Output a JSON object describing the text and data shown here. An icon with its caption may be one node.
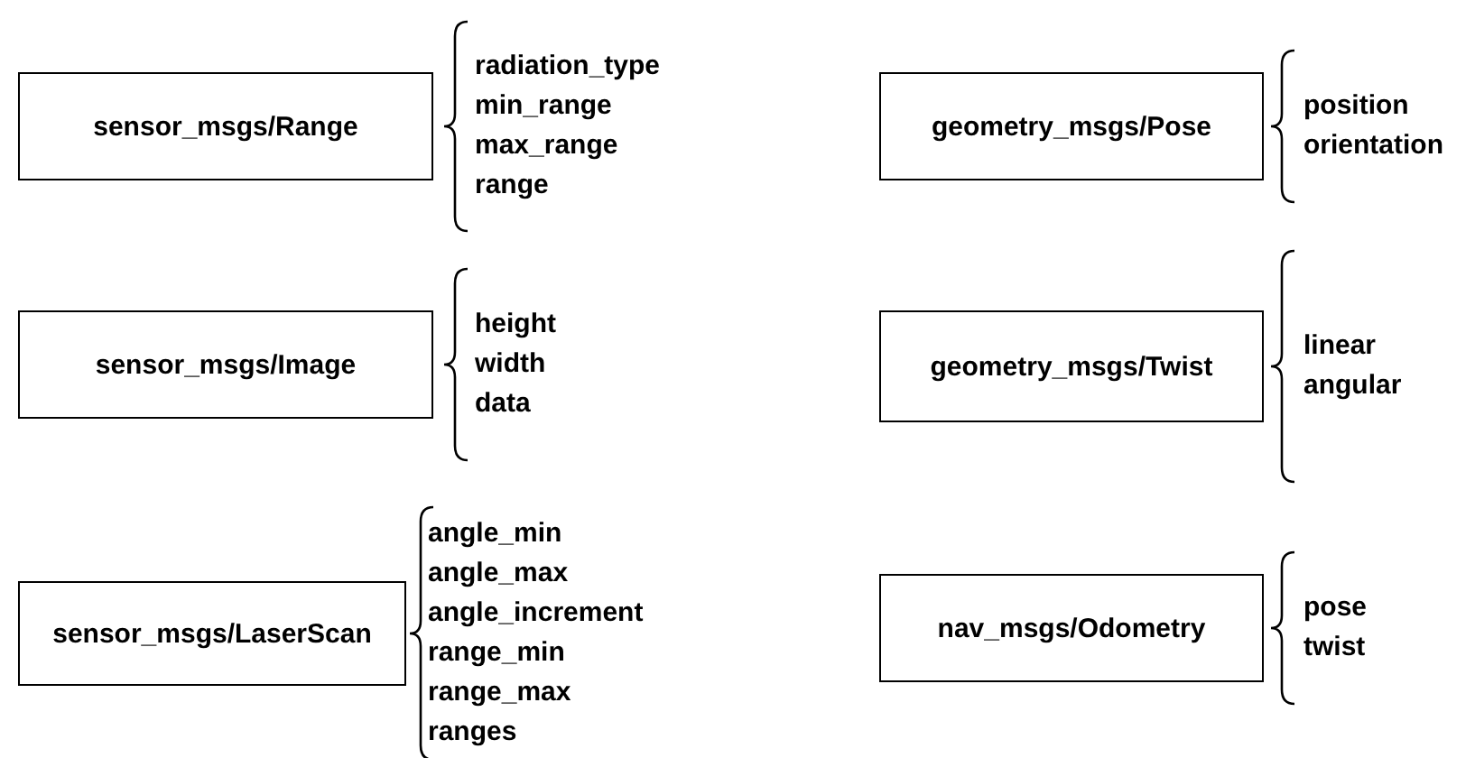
{
  "diagram": {
    "nodes": [
      {
        "text": [
          "sensor_msgs/Range"
        ],
        "beside": [
          "radiation_type",
          "min_range",
          "max_range",
          "range"
        ]
      },
      {
        "text": [
          "sensor_msgs/Image"
        ],
        "beside": [
          "height",
          "width",
          "data"
        ]
      },
      {
        "text": [
          "sensor_msgs/LaserScan"
        ],
        "beside": [
          "angle_min",
          "angle_max",
          "angle_increment",
          "range_min",
          "range_max",
          "ranges"
        ]
      },
      {
        "text": [
          "geometry_msgs/Pose"
        ],
        "beside": [
          "position",
          "orientation"
        ]
      },
      {
        "text": [
          "geometry_msgs/Twist"
        ],
        "beside": [
          "linear",
          "angular"
        ]
      },
      {
        "text": [
          "nav_msgs/Odometry"
        ],
        "beside": [
          "pose",
          "twist"
        ]
      }
    ]
  }
}
